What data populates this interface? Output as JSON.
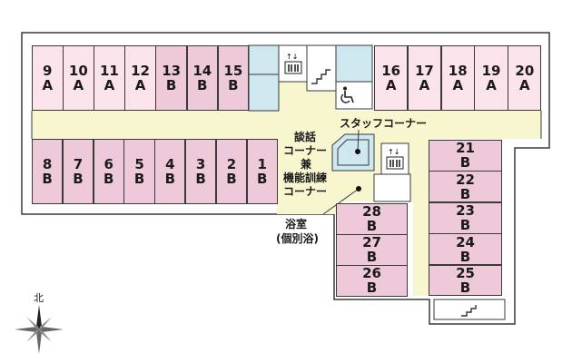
{
  "rooms_top": [
    {
      "num": "9",
      "type": "A"
    },
    {
      "num": "10",
      "type": "A"
    },
    {
      "num": "11",
      "type": "A"
    },
    {
      "num": "12",
      "type": "A"
    },
    {
      "num": "13",
      "type": "B"
    },
    {
      "num": "14",
      "type": "B"
    },
    {
      "num": "15",
      "type": "B"
    }
  ],
  "rooms_top_right": [
    {
      "num": "16",
      "type": "A"
    },
    {
      "num": "17",
      "type": "A"
    },
    {
      "num": "18",
      "type": "A"
    },
    {
      "num": "19",
      "type": "A"
    },
    {
      "num": "20",
      "type": "A"
    }
  ],
  "rooms_bottom": [
    {
      "num": "8",
      "type": "B"
    },
    {
      "num": "7",
      "type": "B"
    },
    {
      "num": "6",
      "type": "B"
    },
    {
      "num": "5",
      "type": "B"
    },
    {
      "num": "4",
      "type": "B"
    },
    {
      "num": "3",
      "type": "B"
    },
    {
      "num": "2",
      "type": "B"
    },
    {
      "num": "1",
      "type": "B"
    }
  ],
  "rooms_right": [
    {
      "num": "21",
      "type": "B"
    },
    {
      "num": "22",
      "type": "B"
    },
    {
      "num": "23",
      "type": "B"
    },
    {
      "num": "24",
      "type": "B"
    },
    {
      "num": "25",
      "type": "B"
    }
  ],
  "rooms_center": [
    {
      "num": "28",
      "type": "B"
    },
    {
      "num": "27",
      "type": "B"
    },
    {
      "num": "26",
      "type": "B"
    }
  ],
  "labels": {
    "staff_corner": "スタッフコーナー",
    "lounge_line1": "談話",
    "lounge_line2": "コーナー",
    "lounge_line3": "兼",
    "lounge_line4": "機能訓練",
    "lounge_line5": "コーナー",
    "bath_line1": "浴室",
    "bath_line2": "(個別浴)",
    "north": "北"
  },
  "icons": [
    "elevator-icon",
    "stairs-icon",
    "wheelchair-icon",
    "compass-icon"
  ],
  "colors": {
    "room_a": "#fbe3ec",
    "room_b": "#eec9d9",
    "corridor": "#f7f6cf",
    "facility": "#cfe7ef",
    "wall": "#3a3a3a"
  }
}
